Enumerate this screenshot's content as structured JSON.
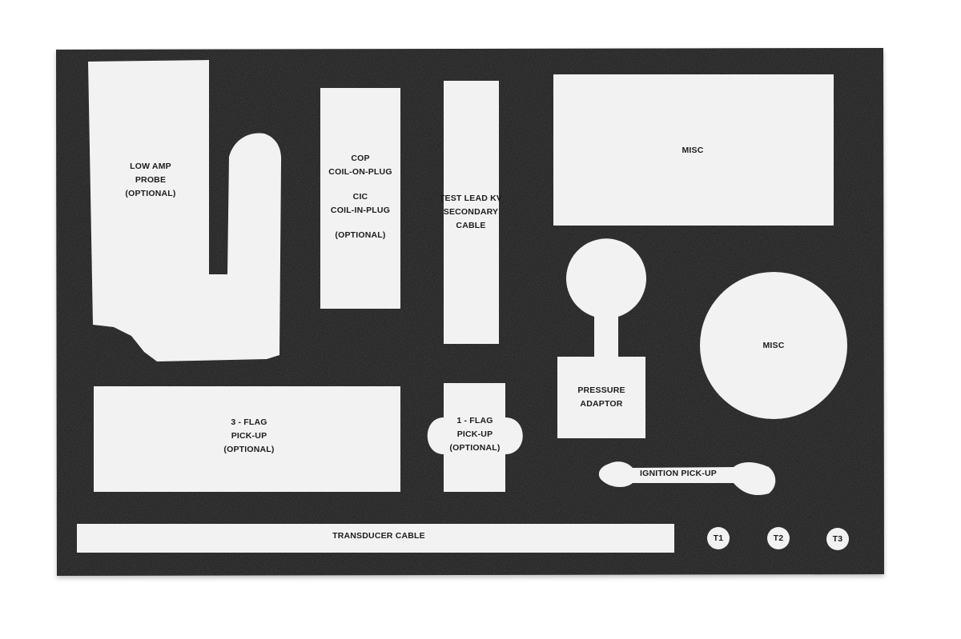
{
  "colors": {
    "foam": "#161616",
    "cutout": "#f2f2f2",
    "text": "#1c1c1c",
    "background": "#ffffff"
  },
  "cutouts": {
    "low_amp_probe": {
      "lines": [
        "LOW AMP",
        "PROBE",
        "(OPTIONAL)"
      ]
    },
    "cop_cic": {
      "lines": [
        "COP",
        "COIL-ON-PLUG",
        "",
        "CIC",
        "COIL-IN-PLUG",
        "",
        "(OPTIONAL)"
      ]
    },
    "test_lead": {
      "lines": [
        "TEST LEAD KV",
        "SECONDARY",
        "CABLE"
      ]
    },
    "misc_rect": {
      "lines": [
        "MISC"
      ]
    },
    "pressure_adaptor": {
      "lines": [
        "PRESSURE",
        "ADAPTOR"
      ]
    },
    "misc_circle": {
      "lines": [
        "MISC"
      ]
    },
    "three_flag": {
      "lines": [
        "3 - FLAG",
        "PICK-UP",
        "(OPTIONAL)"
      ]
    },
    "one_flag": {
      "lines": [
        "1 - FLAG",
        "PICK-UP",
        "(OPTIONAL)"
      ]
    },
    "ignition_pickup": {
      "lines": [
        "IGNITION PICK-UP"
      ]
    },
    "transducer_cable": {
      "lines": [
        "TRANSDUCER CABLE"
      ]
    },
    "t1": {
      "lines": [
        "T1"
      ]
    },
    "t2": {
      "lines": [
        "T2"
      ]
    },
    "t3": {
      "lines": [
        "T3"
      ]
    }
  }
}
